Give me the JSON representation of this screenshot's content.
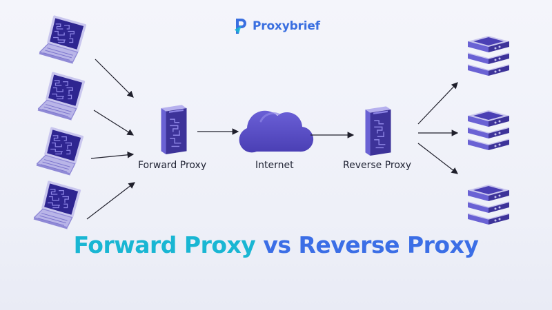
{
  "brand": {
    "name": "Proxybrief"
  },
  "labels": {
    "forward_proxy": "Forward Proxy",
    "internet": "Internet",
    "reverse_proxy": "Reverse Proxy"
  },
  "headline": {
    "part_a": "Forward Proxy",
    "part_b": "vs",
    "part_c": "Reverse Proxy"
  },
  "colors": {
    "accent_cyan": "#19b6d3",
    "accent_blue": "#3b6ee6",
    "device_purple": "#5a4fc2",
    "device_dark": "#3a2f9a",
    "device_light": "#c9c6ee",
    "screen_dark": "#2e2590",
    "arrow": "#1f1f2b"
  },
  "icons": {
    "laptops": [
      "laptop-icon",
      "laptop-icon",
      "laptop-icon",
      "laptop-icon"
    ],
    "forward_proxy": "server-tower-icon",
    "internet": "cloud-icon",
    "reverse_proxy": "server-tower-icon",
    "servers": [
      "server-rack-icon",
      "server-rack-icon",
      "server-rack-icon"
    ]
  }
}
